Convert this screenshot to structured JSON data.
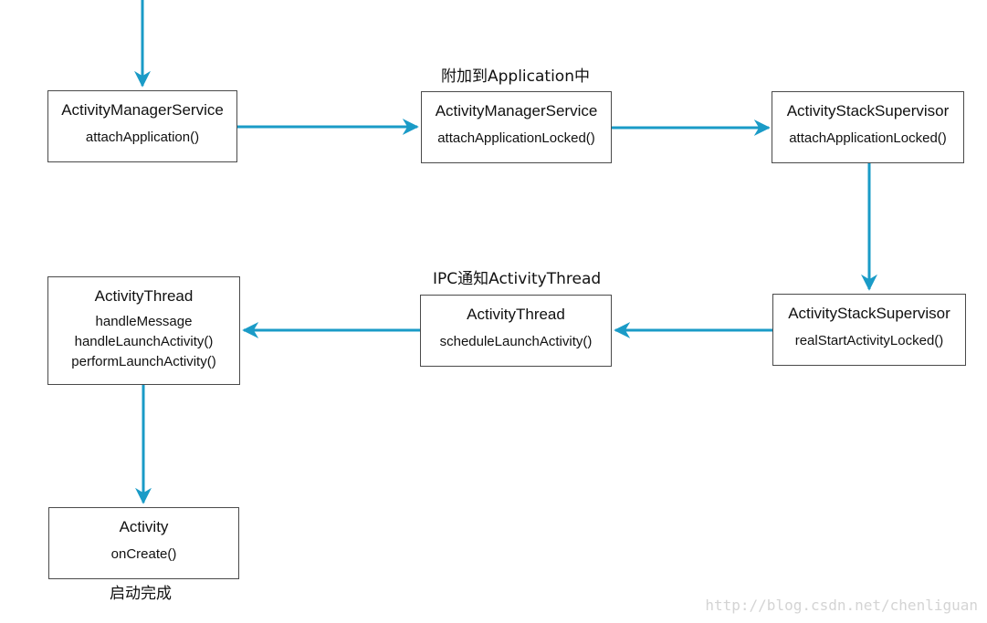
{
  "colors": {
    "arrow": "#1a9bc7",
    "border": "#4a4a4a",
    "watermark": "#d4d4d4"
  },
  "nodes": [
    {
      "title": "ActivityManagerService",
      "methods": [
        "attachApplication()"
      ]
    },
    {
      "title": "ActivityManagerService",
      "methods": [
        "attachApplicationLocked()"
      ]
    },
    {
      "title": "ActivityStackSupervisor",
      "methods": [
        "attachApplicationLocked()"
      ]
    },
    {
      "title": "ActivityStackSupervisor",
      "methods": [
        "realStartActivityLocked()"
      ]
    },
    {
      "title": "ActivityThread",
      "methods": [
        "scheduleLaunchActivity()"
      ]
    },
    {
      "title": "ActivityThread",
      "methods": [
        "handleMessage",
        "handleLaunchActivity()",
        "performLaunchActivity()"
      ]
    },
    {
      "title": "Activity",
      "methods": [
        "onCreate()"
      ]
    }
  ],
  "captions": {
    "attach": "附加到Application中",
    "ipc": "IPC通知ActivityThread",
    "done": "启动完成"
  },
  "watermark": "http://blog.csdn.net/chenliguan"
}
